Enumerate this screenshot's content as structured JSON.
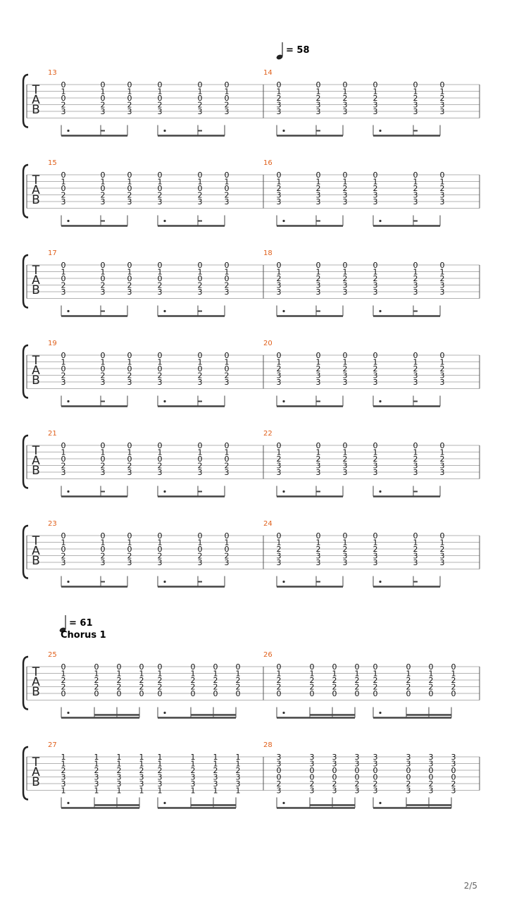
{
  "page": {
    "number": "2/5"
  },
  "tab_clef": [
    "T",
    "A",
    "B"
  ],
  "tempo_marks": [
    {
      "value": "= 58"
    },
    {
      "value": "= 61"
    }
  ],
  "section_labels": [
    "Chorus 1"
  ],
  "patterns": {
    "A": {
      "frets": [
        "0",
        "1",
        "0",
        "2",
        "3"
      ]
    },
    "B": {
      "frets": [
        "0",
        "1",
        "2",
        "3",
        "3"
      ]
    },
    "C": {
      "frets": [
        "0",
        "1",
        "2",
        "2",
        "0"
      ]
    },
    "D": {
      "frets": [
        "1",
        "1",
        "2",
        "3",
        "3",
        "1"
      ]
    },
    "E": {
      "frets": [
        "3",
        "3",
        "0",
        "0",
        "2",
        "3"
      ]
    }
  },
  "systems": [
    {
      "tempo": 0,
      "section": null,
      "rhythm": "sextuplet",
      "measures": [
        {
          "number": "13",
          "pattern": "A"
        },
        {
          "number": "14",
          "pattern": "B"
        }
      ]
    },
    {
      "tempo": null,
      "section": null,
      "rhythm": "sextuplet",
      "measures": [
        {
          "number": "15",
          "pattern": "A"
        },
        {
          "number": "16",
          "pattern": "B"
        }
      ]
    },
    {
      "tempo": null,
      "section": null,
      "rhythm": "sextuplet",
      "measures": [
        {
          "number": "17",
          "pattern": "A"
        },
        {
          "number": "18",
          "pattern": "B"
        }
      ]
    },
    {
      "tempo": null,
      "section": null,
      "rhythm": "sextuplet",
      "measures": [
        {
          "number": "19",
          "pattern": "A"
        },
        {
          "number": "20",
          "pattern": "B"
        }
      ]
    },
    {
      "tempo": null,
      "section": null,
      "rhythm": "sextuplet",
      "measures": [
        {
          "number": "21",
          "pattern": "A"
        },
        {
          "number": "22",
          "pattern": "B"
        }
      ]
    },
    {
      "tempo": null,
      "section": null,
      "rhythm": "sextuplet",
      "measures": [
        {
          "number": "23",
          "pattern": "A"
        },
        {
          "number": "24",
          "pattern": "B"
        }
      ]
    },
    {
      "tempo": 1,
      "section": 0,
      "rhythm": "octet",
      "measures": [
        {
          "number": "25",
          "pattern": "C"
        },
        {
          "number": "26",
          "pattern": "C"
        }
      ]
    },
    {
      "tempo": null,
      "section": null,
      "rhythm": "octet",
      "measures": [
        {
          "number": "27",
          "pattern": "D"
        },
        {
          "number": "28",
          "pattern": "E"
        }
      ]
    }
  ]
}
